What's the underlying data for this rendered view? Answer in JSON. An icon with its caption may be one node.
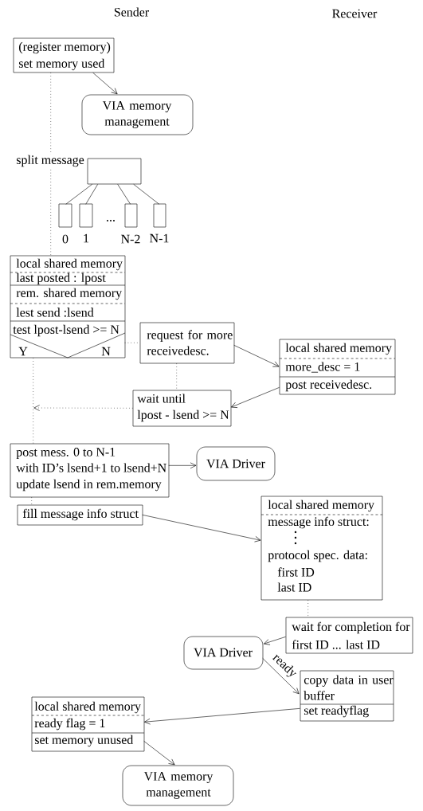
{
  "diagram": {
    "nodes": [
      {
        "text": [
          "(register memory)",
          "set memory used"
        ]
      },
      {
        "text": [
          "VIA memory management"
        ]
      },
      {
        "text": [],
        "shape": "box",
        "beside": [
          "split message"
        ]
      },
      {
        "text": [],
        "shape": "box",
        "beside": [
          "0"
        ]
      },
      {
        "text": [],
        "shape": "box",
        "beside": [
          "1"
        ]
      },
      {
        "text": [],
        "shape": "box",
        "beside": [
          "N-2"
        ]
      },
      {
        "text": [],
        "shape": "box",
        "beside": [
          "N-1"
        ]
      },
      {
        "text": [
          "local shared memory",
          "last posted : lpost",
          "rem. shared memory",
          "lest send :lsend",
          "test lpost-lsend >= N",
          "Y",
          "N"
        ]
      },
      {
        "text": [
          "request for more receivedesc."
        ]
      },
      {
        "text": [
          "local shared memory",
          "more_desc = 1",
          "post receivedesc."
        ]
      },
      {
        "text": [
          "wait until",
          "lpost - lsend >= N"
        ]
      },
      {
        "text": [
          "post mess. 0 to N-1",
          "with ID’s lsend+1 to lsend+N",
          "update lsend in rem.memory"
        ]
      },
      {
        "text": [
          "VIA Driver"
        ]
      },
      {
        "text": [
          "fill message info struct"
        ]
      },
      {
        "text": [
          "local shared memory",
          "message info struct:",
          "protocol spec. data:",
          "first ID",
          "last ID"
        ]
      },
      {
        "text": [
          "wait for completion for",
          "first ID ... last ID"
        ]
      },
      {
        "text": [
          "VIA Driver"
        ]
      },
      {
        "text": [
          "copy data in user buffer",
          "set readyflag"
        ]
      },
      {
        "text": [
          "local shared memory",
          "ready flag = 1",
          "set memory unused"
        ]
      },
      {
        "text": [
          "VIA memory management"
        ]
      }
    ],
    "edges": [
      {
        "from": 0,
        "to": 1,
        "arrow": "to"
      },
      {
        "from": 2,
        "to": 3,
        "arrow": "none"
      },
      {
        "from": 2,
        "to": 4,
        "arrow": "none"
      },
      {
        "from": 2,
        "to": 5,
        "arrow": "none"
      },
      {
        "from": 2,
        "to": 6,
        "arrow": "none"
      },
      {
        "from": 0,
        "to": 7,
        "arrow": "none",
        "style": "dashed"
      },
      {
        "from": 7,
        "to": 8,
        "arrow": "none",
        "style": "dashed"
      },
      {
        "from": 8,
        "to": 9,
        "arrow": "to"
      },
      {
        "from": 8,
        "to": 10,
        "arrow": "none",
        "style": "dashed"
      },
      {
        "from": 9,
        "to": 10,
        "arrow": "to"
      },
      {
        "from": 10,
        "to": null,
        "arrow": "to",
        "style": "dashed"
      },
      {
        "from": 7,
        "to": 11,
        "arrow": "none",
        "style": "dashed"
      },
      {
        "from": 11,
        "to": 12,
        "arrow": "to"
      },
      {
        "from": 11,
        "to": 13,
        "arrow": "none",
        "style": "dashed"
      },
      {
        "from": 13,
        "to": 14,
        "arrow": "to"
      },
      {
        "from": 14,
        "to": 15,
        "arrow": "none",
        "style": "dashed"
      },
      {
        "from": 15,
        "to": 16,
        "arrow": "to"
      },
      {
        "from": 16,
        "to": 17,
        "arrow": "to",
        "label": "ready"
      },
      {
        "from": 17,
        "to": 18,
        "arrow": "to"
      },
      {
        "from": 18,
        "to": 19,
        "arrow": "to"
      }
    ],
    "labels": [
      "Sender",
      "Receiver",
      "..."
    ]
  }
}
